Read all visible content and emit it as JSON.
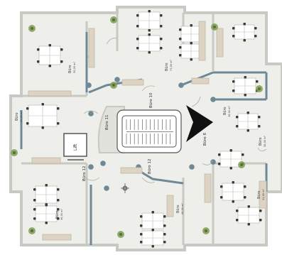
{
  "rooms": [
    {
      "id": "nw",
      "name": "Büro",
      "area": "50,00 m²"
    },
    {
      "id": "n",
      "name": "Büro",
      "area": "73,00 m²"
    },
    {
      "id": "e",
      "name": "Büro",
      "area": "39,00 m²"
    },
    {
      "id": "w",
      "name": "Büro",
      "area": "23,00 m²"
    },
    {
      "id": "se",
      "name": "Büro",
      "area": "38,00 m²"
    },
    {
      "id": "s",
      "name": "Büro",
      "area": "46,00 m²"
    },
    {
      "id": "sw",
      "name": "Büro",
      "area": "36,00 m²"
    },
    {
      "id": "ene",
      "name": "Büro",
      "area": "31,00 m²"
    }
  ],
  "labels": {
    "lift": "Lift",
    "buro_8": "Büro 8",
    "buro_10": "Büro 10",
    "buro_11": "Büro 11",
    "buro_12_left": "Büro 12",
    "buro_12_center": "Büro 12"
  },
  "colors": {
    "floor": "#eeeeea",
    "wall": "#c9c9c4",
    "accent_wall": "#6f8896",
    "furniture": "#dcd3c3",
    "chair": "#3a3a3a",
    "arrow": "#111111",
    "plant": "#7f9c55"
  }
}
